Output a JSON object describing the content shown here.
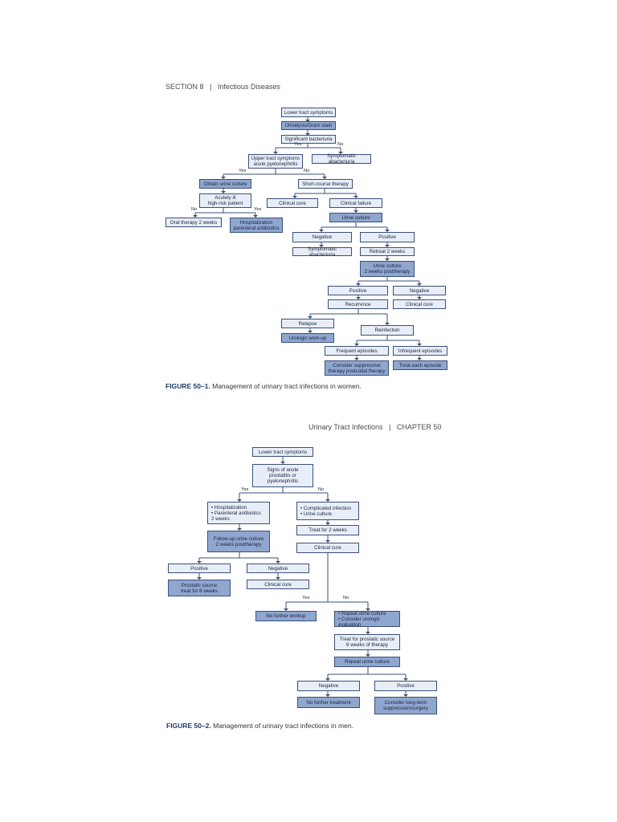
{
  "page1": {
    "header_section": "SECTION 8",
    "header_sep": "|",
    "header_title": "Infectious Diseases",
    "caption_label": "FIGURE 50–1.",
    "caption_text": "Management of urinary tract infections in women.",
    "nodes": {
      "lower_tract": "Lower tract symptoms",
      "urinalysis": "Urinalysis/Gram stain",
      "significant": "Significant bacteriuria",
      "upper_tract": [
        "Upper tract symptoms",
        "acute pyelonephritis"
      ],
      "symptomatic_1": "Symptomatic abacteriuria",
      "obtain_culture": "Obtain urine culture",
      "short_course": "Short-course therapy",
      "acutely_ill": [
        "Acutely ill",
        "high-risk patient"
      ],
      "clinical_cure_1": "Clinical cure",
      "clinical_failure": "Clinical failure",
      "oral_therapy": "Oral therapy 2 weeks",
      "hospitalization": [
        "Hospitalization",
        "parenteral antibiotics"
      ],
      "urine_culture_1": "Urine culture",
      "negative_1": "Negative",
      "positive_1": "Positive",
      "symptomatic_2": "Symptomatic abacteriuria",
      "retreat": "Retreat 2 weeks",
      "urine_culture_2": [
        "Urine culture",
        "2 weeks posttherapy"
      ],
      "positive_2": "Positive",
      "negative_2": "Negative",
      "recurrence": "Recurrence",
      "clinical_cure_2": "Clinical cure",
      "relapse": "Relapse",
      "reinfection": "Reinfection",
      "urologic_workup": "Urologic work-up",
      "frequent": "Frequent episodes",
      "infrequent": "Infrequent episodes",
      "consider_suppressive": [
        "Consider suppressive",
        "therapy postcoital therapy"
      ],
      "treat_each": "Treat each episode"
    },
    "labels": {
      "yes_1": "Yes",
      "no_1": "No",
      "yes_2": "Yes",
      "no_2": "No",
      "no_3": "No",
      "yes_3": "Yes"
    }
  },
  "page2": {
    "header_title": "Urinary Tract Infections",
    "header_sep": "|",
    "header_chapter": "CHAPTER 50",
    "caption_label": "FIGURE 50–2.",
    "caption_text": "Management of urinary tract infections in men.",
    "nodes": {
      "lower_tract": "Lower tract symptoms",
      "signs_acute": [
        "Signs of acute",
        "prostatitis or",
        "pyelonephritis"
      ],
      "hospitalization": [
        "• Hospitalization",
        "• Parenteral antibiotics",
        "2 weeks"
      ],
      "complicated": [
        "• Complicated infection",
        "• Urine culture"
      ],
      "followup": [
        "Follow-up urine culture",
        "2 weeks posttherapy"
      ],
      "treat_2_weeks": "Treat for 2 weeks",
      "clinical_cure_1": "Clinical cure",
      "positive_1": "Positive",
      "negative_1": "Negative",
      "prostatic_source": [
        "Prostatic source",
        "treat for 6 weeks"
      ],
      "clinical_cure_2": "Clinical cure",
      "no_further_workup": "No further workup",
      "repeat_culture_eval": [
        "• Repeat urine culture",
        "• Consider urologic evaluation"
      ],
      "treat_prostatic": [
        "Treat for prostatic source",
        "6 weeks of therapy"
      ],
      "repeat_culture": "Repeat urine culture",
      "negative_2": "Negative",
      "positive_2": "Positive",
      "no_further_treatment": "No further treatment",
      "consider_long_term": [
        "Consider long-term",
        "suppression/surgery"
      ]
    },
    "labels": {
      "yes_1": "Yes",
      "no_1": "No",
      "yes_2": "Yes",
      "no_2": "No"
    }
  },
  "colors": {
    "light_fill": "#e8eef7",
    "dark_fill": "#8fa6cf",
    "border": "#3b4f7a"
  }
}
